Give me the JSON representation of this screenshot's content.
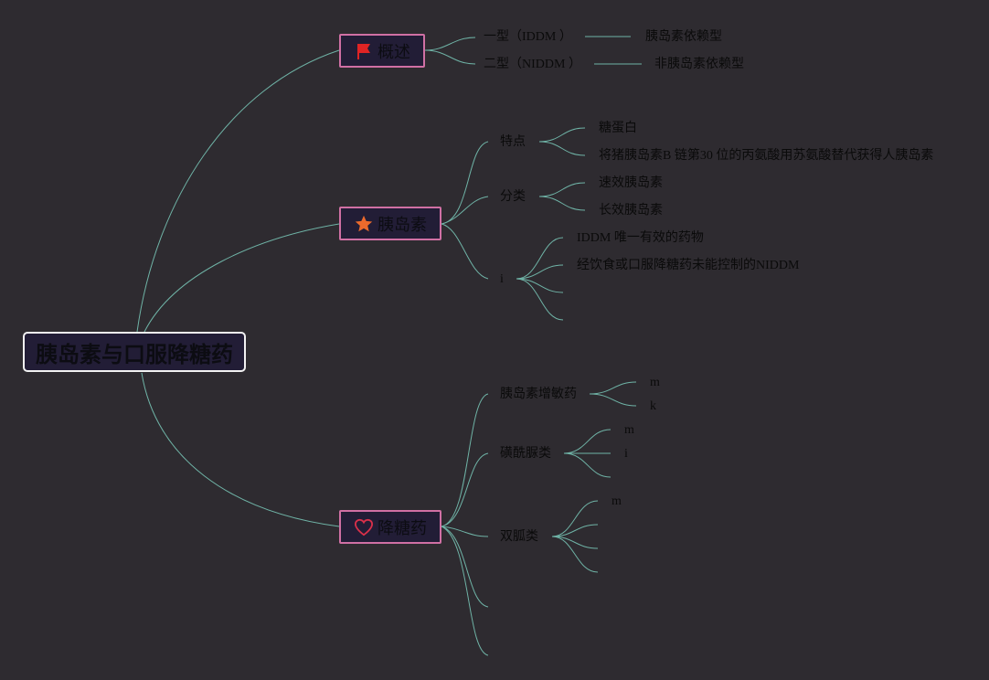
{
  "root": {
    "label": "胰岛素与口服降糖药"
  },
  "branches": {
    "overview": {
      "label": "概述",
      "icon": "red-flag-icon",
      "children": {
        "type1": {
          "label": "一型（IDDM ）",
          "desc": "胰岛素依赖型"
        },
        "type2": {
          "label": "二型（NIDDM ）",
          "desc": "非胰岛素依赖型"
        }
      }
    },
    "insulin": {
      "label": "胰岛素",
      "icon": "orange-star-icon",
      "children": {
        "features": {
          "label": "特点",
          "items": [
            "糖蛋白",
            "将猪胰岛素B 链第30 位的丙氨酸用苏氨酸替代获得人胰岛素"
          ]
        },
        "classification": {
          "label": "分类",
          "items": [
            "速效胰岛素",
            "长效胰岛素"
          ]
        },
        "indications": {
          "label": "i",
          "items": [
            "IDDM 唯一有效的药物",
            "经饮食或口服降糖药未能控制的NIDDM",
            "",
            ""
          ]
        }
      }
    },
    "hypoglycemics": {
      "label": "降糖药",
      "icon": "red-heart-outline-icon",
      "children": {
        "sensitizers": {
          "label": "胰岛素增敏药",
          "items": [
            "m",
            "k"
          ]
        },
        "sulfonylureas": {
          "label": "磺酰脲类",
          "items": [
            "m",
            "i",
            ""
          ]
        },
        "biguanides": {
          "label": "双胍类",
          "items": [
            "m",
            "",
            "",
            ""
          ]
        },
        "empty1": {
          "label": ""
        },
        "empty2": {
          "label": ""
        }
      }
    }
  },
  "colors": {
    "background": "#2e2b30",
    "connector": "#6fb3a6",
    "root_border": "#f2f2f2",
    "branch_border": "#d070a4",
    "box_fill": "#221d36",
    "flag": "#e02424",
    "star": "#ec6a2c",
    "heart": "#d9304a"
  }
}
